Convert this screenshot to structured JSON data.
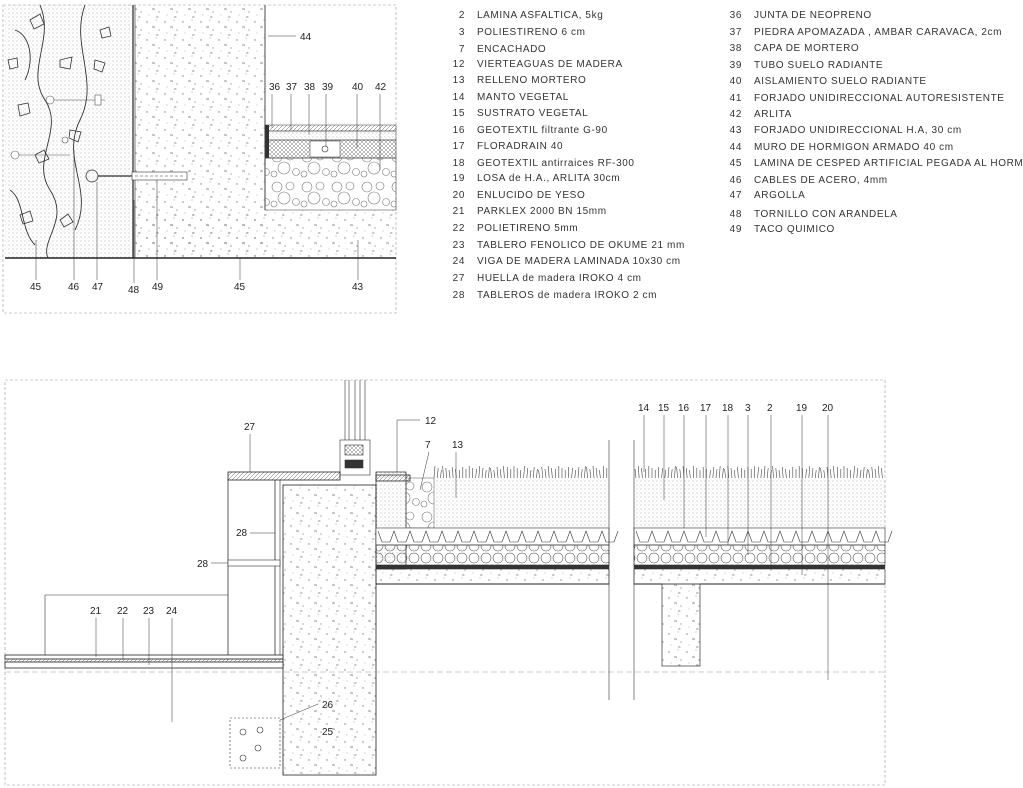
{
  "legend_left": [
    {
      "num": "2",
      "text": "LAMINA ASFALTICA, 5kg"
    },
    {
      "num": "3",
      "text": "POLIESTIRENO 6 cm"
    },
    {
      "num": "7",
      "text": "ENCACHADO"
    },
    {
      "num": "12",
      "text": "VIERTEAGUAS DE MADERA"
    },
    {
      "num": "13",
      "text": "RELLENO MORTERO"
    },
    {
      "num": "14",
      "text": "MANTO VEGETAL"
    },
    {
      "num": "15",
      "text": "SUSTRATO VEGETAL"
    },
    {
      "num": "16",
      "text": "GEOTEXTIL filtrante G-90"
    },
    {
      "num": "17",
      "text": "FLORADRAIN 40"
    },
    {
      "num": "18",
      "text": "GEOTEXTIL antirraices RF-300"
    },
    {
      "num": "19",
      "text": "LOSA de H.A., ARLITA 30cm"
    },
    {
      "num": "20",
      "text": "ENLUCIDO DE YESO"
    },
    {
      "num": "21",
      "text": "PARKLEX 2000 BN 15mm"
    },
    {
      "num": "22",
      "text": "POLIETIRENO 5mm"
    },
    {
      "num": "23",
      "text": "TABLERO FENOLICO DE OKUME 21 mm"
    },
    {
      "num": "24",
      "text": "VIGA DE MADERA LAMINADA 10x30 cm"
    },
    {
      "num": "27",
      "text": "HUELLA de madera IROKO 4 cm"
    },
    {
      "num": "28",
      "text": "TABLEROS de madera IROKO 2 cm"
    }
  ],
  "legend_right": [
    {
      "num": "36",
      "text": "JUNTA DE NEOPRENO"
    },
    {
      "num": "37",
      "text": "PIEDRA APOMAZADA , AMBAR CARAVACA, 2cm"
    },
    {
      "num": "38",
      "text": "CAPA DE MORTERO"
    },
    {
      "num": "39",
      "text": "TUBO SUELO RADIANTE"
    },
    {
      "num": "40",
      "text": "AISLAMIENTO SUELO RADIANTE"
    },
    {
      "num": "41",
      "text": "FORJADO UNIDIRECCIONAL AUTORESISTENTE"
    },
    {
      "num": "42",
      "text": "ARLITA"
    },
    {
      "num": "43",
      "text": "FORJADO UNIDIRECCIONAL H.A, 30 cm"
    },
    {
      "num": "44",
      "text": "MURO DE HORMIGON ARMADO 40 cm"
    },
    {
      "num": "45",
      "text": "LAMINA DE CESPED ARTIFICIAL PEGADA AL HORMIGON"
    },
    {
      "num": "46",
      "text": "CABLES DE ACERO, 4mm"
    },
    {
      "num": "47",
      "text": "ARGOLLA"
    },
    {
      "num": "48",
      "text": "TORNILLO CON ARANDELA"
    },
    {
      "num": "49",
      "text": "TACO QUIMICO"
    }
  ],
  "detail1_top_labels": [
    "44",
    "36",
    "37",
    "38",
    "39",
    "40",
    "42"
  ],
  "detail1_bottom_labels": [
    "45",
    "46",
    "47",
    "48",
    "49",
    "45",
    "43"
  ],
  "detail2_labels": {
    "top_right": [
      "14",
      "15",
      "16",
      "17",
      "18",
      "3",
      "2",
      "19",
      "20"
    ],
    "l12": "12",
    "l7": "7",
    "l13": "13",
    "l27": "27",
    "l28a": "28",
    "l28b": "28",
    "l21": "21",
    "l22": "22",
    "l23": "23",
    "l24": "24",
    "l26": "26",
    "l25": "25"
  },
  "colors": {
    "line": "#2a2a2a",
    "dash": "#777777",
    "hatch": "#555555",
    "leaf": "#333333"
  }
}
